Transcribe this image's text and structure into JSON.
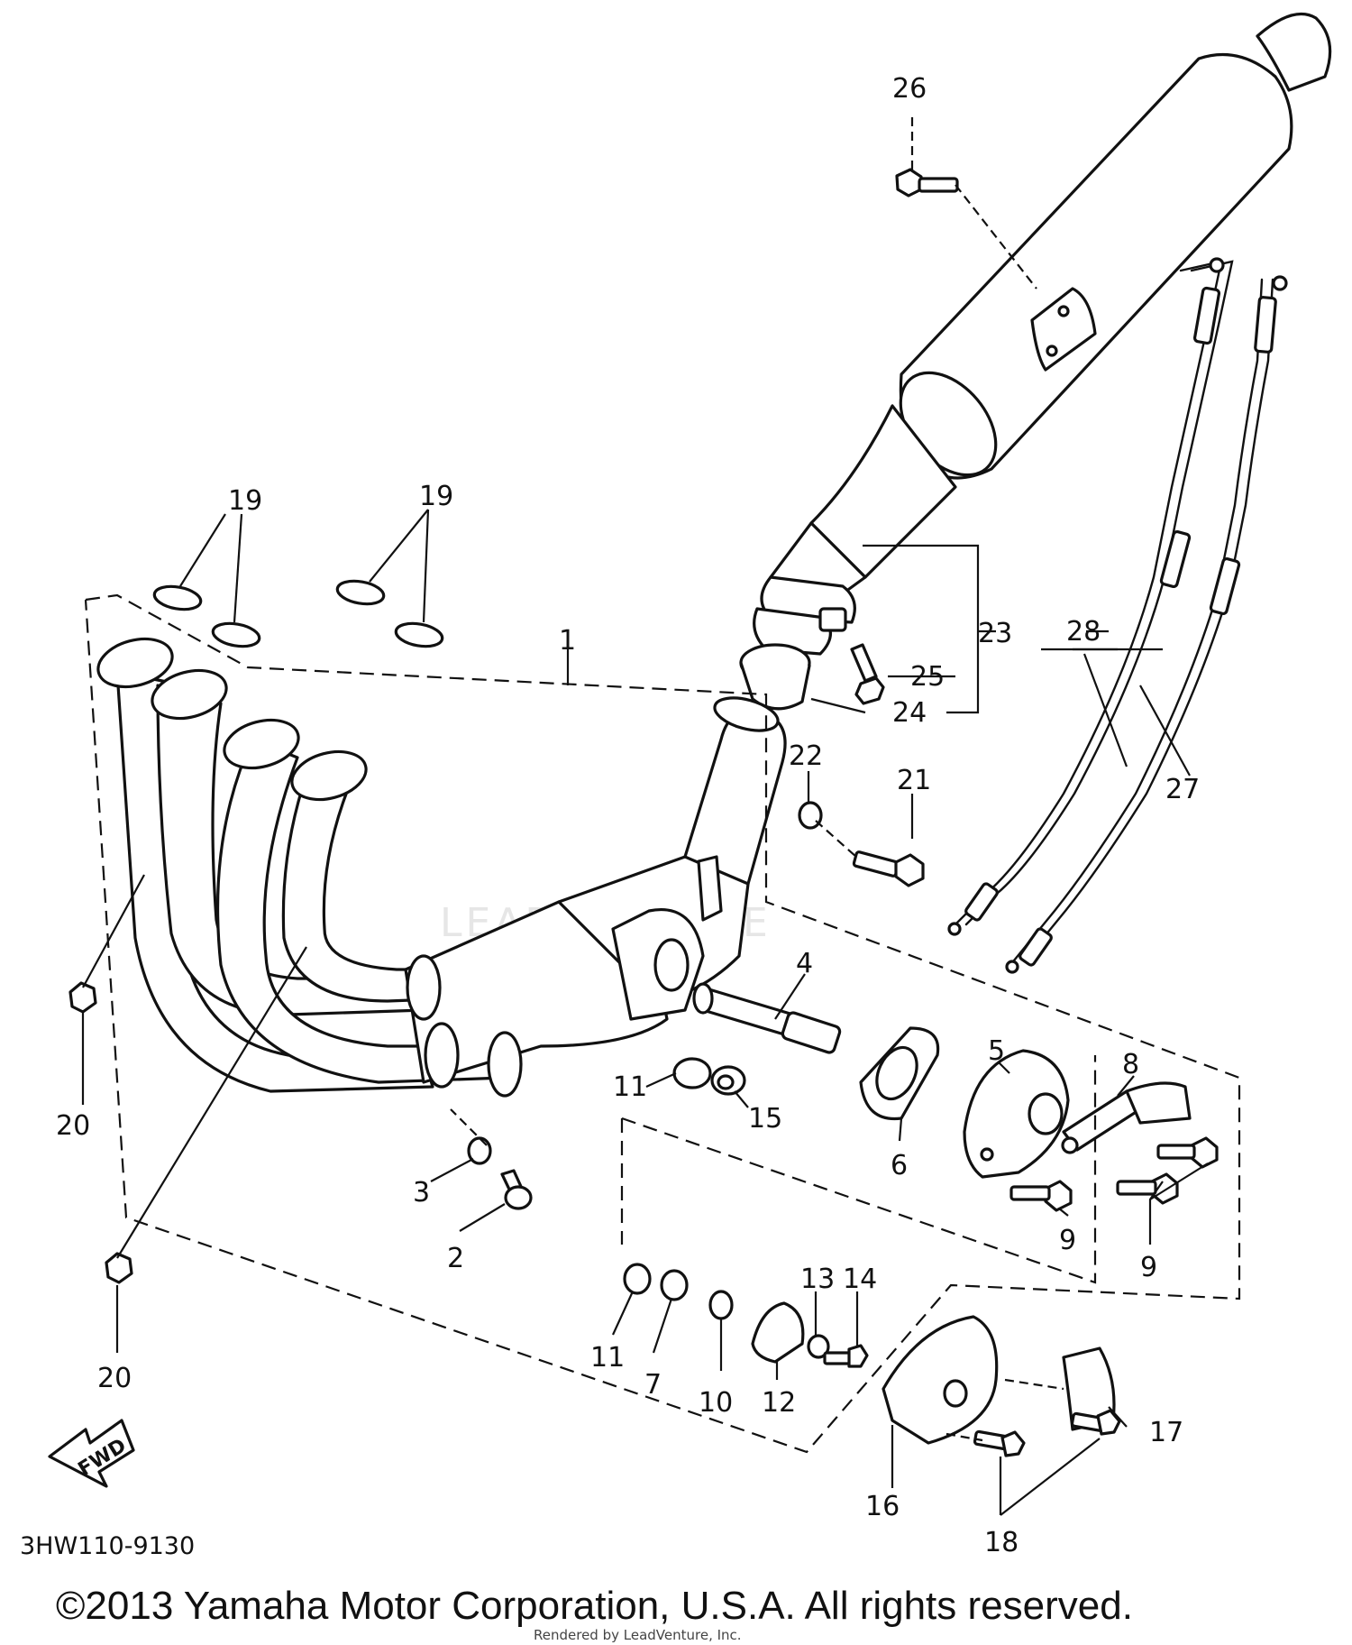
{
  "diagram": {
    "diagram_code": "3HW110-9130",
    "copyright": "©2013 Yamaha Motor Corporation, U.S.A. All rights reserved.",
    "rendered_by": "Rendered by LeadVenture, Inc.",
    "watermark": "LEADVENTURE",
    "fwd_label": "FWD",
    "callouts": [
      "1",
      "2",
      "3",
      "4",
      "5",
      "6",
      "7",
      "8",
      "9",
      "9",
      "10",
      "11",
      "11",
      "12",
      "13",
      "14",
      "15",
      "16",
      "17",
      "18",
      "19",
      "19",
      "20",
      "20",
      "21",
      "22",
      "23",
      "24",
      "25",
      "26",
      "27",
      "28"
    ]
  }
}
